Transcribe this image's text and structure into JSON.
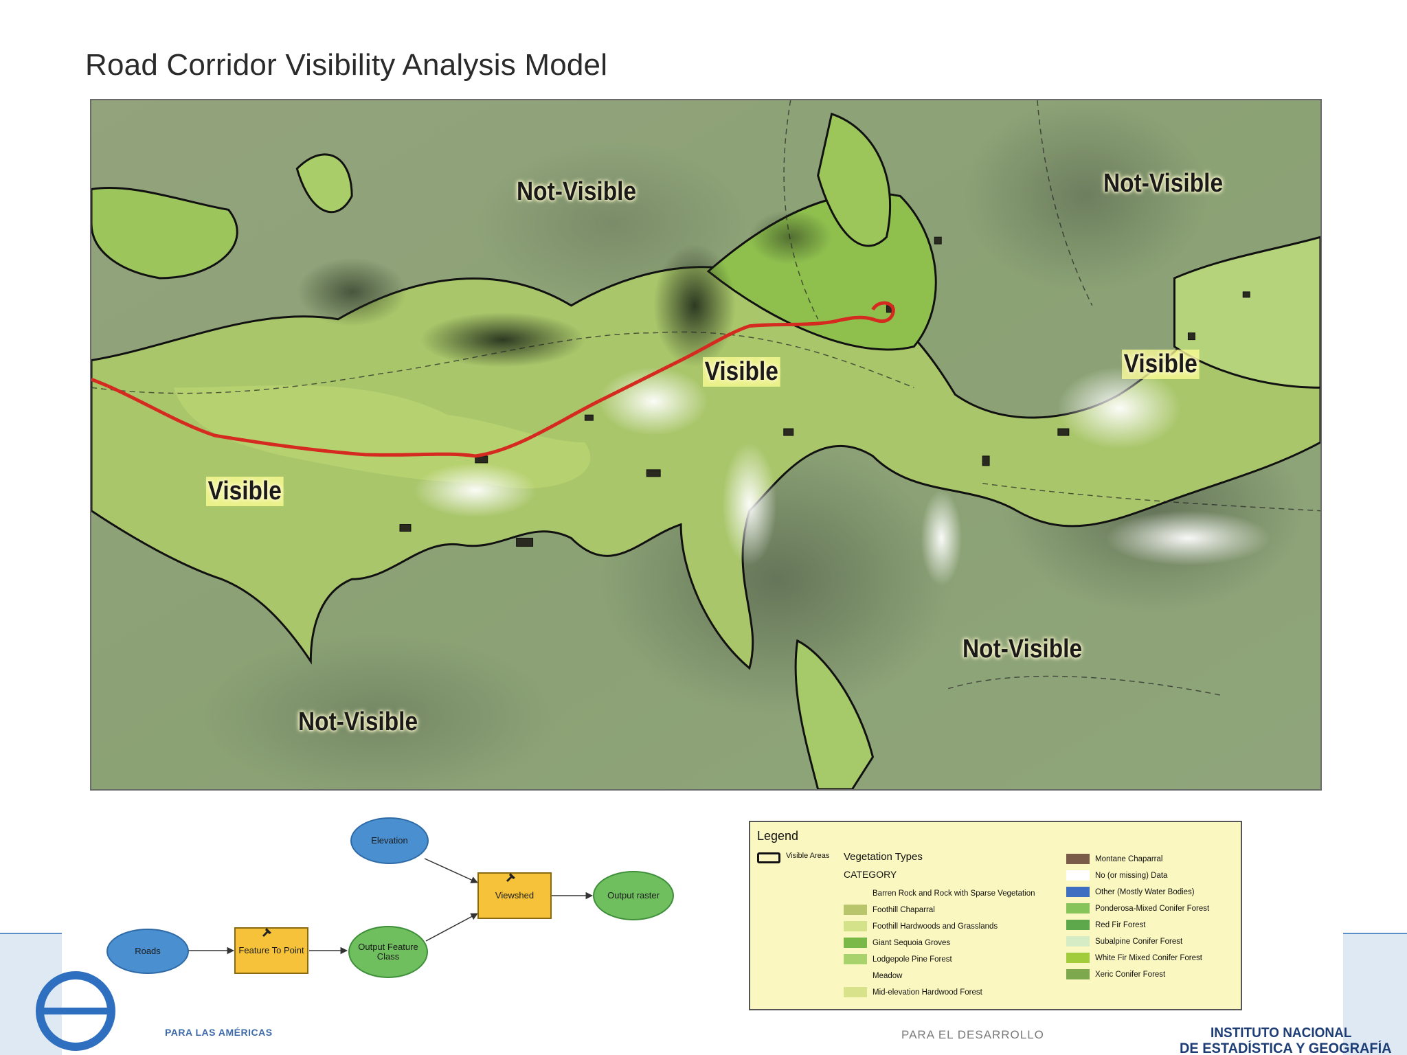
{
  "title": "Road Corridor Visibility Analysis Model",
  "map": {
    "labels": [
      {
        "text": "Not-Visible",
        "kind": "not-visible"
      },
      {
        "text": "Not-Visible",
        "kind": "not-visible"
      },
      {
        "text": "Visible",
        "kind": "visible"
      },
      {
        "text": "Visible",
        "kind": "visible"
      },
      {
        "text": "Visible",
        "kind": "visible"
      },
      {
        "text": "Not-Visible",
        "kind": "not-visible"
      },
      {
        "text": "Not-Visible",
        "kind": "not-visible"
      }
    ],
    "road_color": "#d42a20"
  },
  "model": {
    "elevation": "Elevation",
    "roads": "Roads",
    "feature_to_point": "Feature To Point",
    "output_feature_class": "Output Feature Class",
    "viewshed": "Viewshed",
    "output_raster": "Output raster"
  },
  "legend": {
    "title": "Legend",
    "visible_areas": "Visible Areas",
    "vegetation_types": "Vegetation Types",
    "category": "CATEGORY",
    "left_items": [
      {
        "label": "Barren Rock and Rock with Sparse Vegetation",
        "color": "#faf7c0"
      },
      {
        "label": "Foothill Chaparral",
        "color": "#b9c56a"
      },
      {
        "label": "Foothill Hardwoods and Grasslands",
        "color": "#d4e38a"
      },
      {
        "label": "Giant Sequoia Groves",
        "color": "#7ab848"
      },
      {
        "label": "Lodgepole Pine Forest",
        "color": "#a7d26c"
      },
      {
        "label": "Meadow",
        "color": "#faf7c0"
      },
      {
        "label": "Mid-elevation Hardwood Forest",
        "color": "#d7e28a"
      }
    ],
    "right_items": [
      {
        "label": "Montane Chaparral",
        "color": "#7a5a48"
      },
      {
        "label": "No (or missing) Data",
        "color": "#ffffff"
      },
      {
        "label": "Other (Mostly Water Bodies)",
        "color": "#3f6fc0"
      },
      {
        "label": "Ponderosa-Mixed Conifer Forest",
        "color": "#86c45a"
      },
      {
        "label": "Red Fir Forest",
        "color": "#5da84a"
      },
      {
        "label": "Subalpine Conifer Forest",
        "color": "#d6ecc4"
      },
      {
        "label": "White Fir Mixed Conifer Forest",
        "color": "#a2cc3c"
      },
      {
        "label": "Xeric Conifer Forest",
        "color": "#7da84e"
      }
    ]
  },
  "footer": {
    "left_text": "PARA LAS AMÉRICAS",
    "center_text": "PARA EL DESARROLLO",
    "right_line1": "INSTITUTO NACIONAL",
    "right_line2": "DE ESTADÍSTICA Y GEOGRAFÍA"
  }
}
